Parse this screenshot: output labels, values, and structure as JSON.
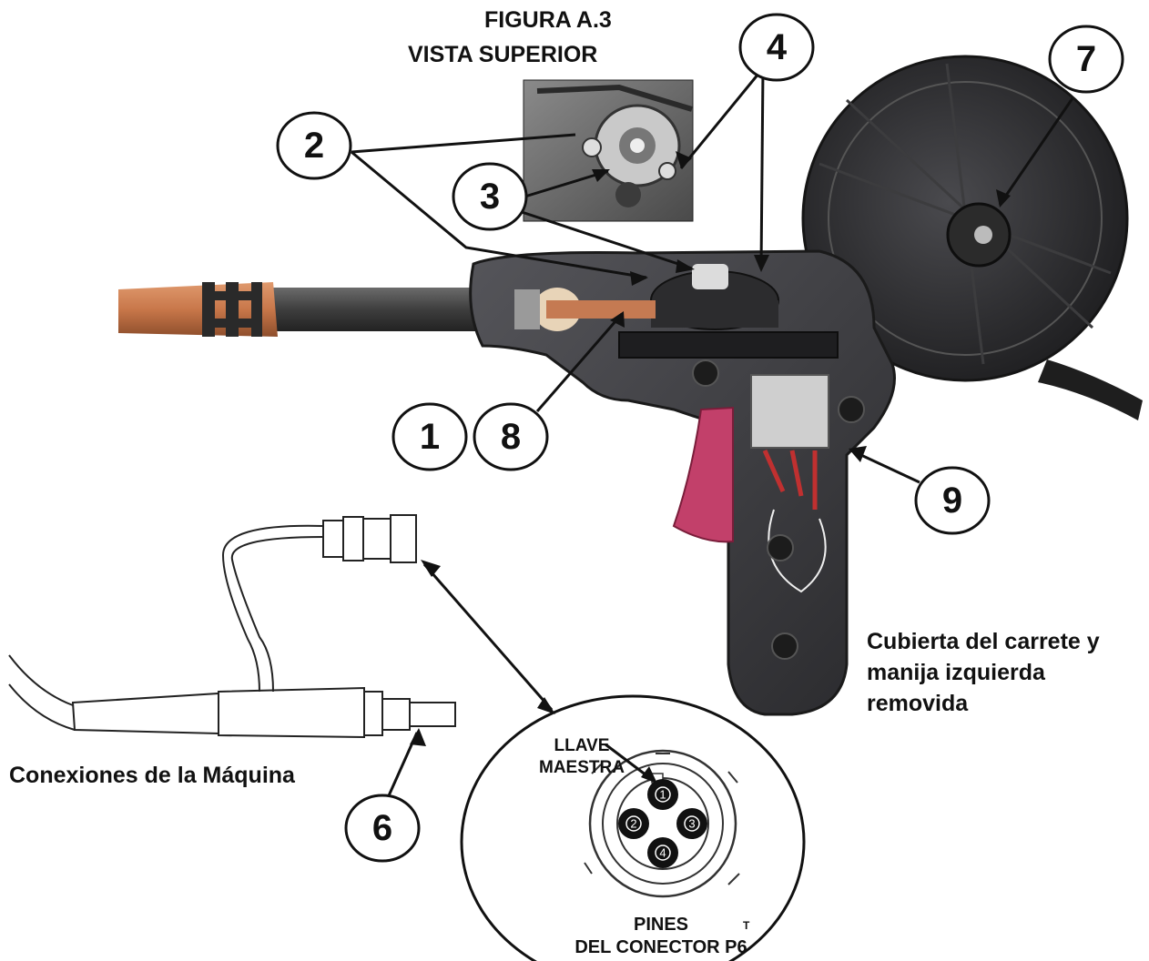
{
  "figure": {
    "title": "FIGURA A.3",
    "subtitle": "VISTA SUPERIOR"
  },
  "callouts": [
    {
      "id": "1",
      "label": "1"
    },
    {
      "id": "2",
      "label": "2"
    },
    {
      "id": "3",
      "label": "3"
    },
    {
      "id": "4",
      "label": "4"
    },
    {
      "id": "6",
      "label": "6"
    },
    {
      "id": "7",
      "label": "7"
    },
    {
      "id": "8",
      "label": "8"
    },
    {
      "id": "9",
      "label": "9"
    }
  ],
  "captions": {
    "spool_cover_line1": "Cubierta del carrete y",
    "spool_cover_line2": "manija izquierda",
    "spool_cover_line3": "removida",
    "machine_connections": "Conexiones de la Máquina",
    "master_key_line1": "LLAVE",
    "master_key_line2": "MAESTRA",
    "pins_line1": "PINES",
    "pins_line2": "DEL CONECTOR P6",
    "corner_mark": "T"
  },
  "connector_pins": [
    "1",
    "2",
    "3",
    "4"
  ],
  "colors": {
    "ink": "#111111",
    "gun_body": "#3a3a3c",
    "gun_dark": "#242426",
    "nozzle_copper": "#c8774a",
    "nozzle_band": "#2a2a2a",
    "trigger": "#c2406a",
    "photo_bg": "#6a6a6a"
  }
}
